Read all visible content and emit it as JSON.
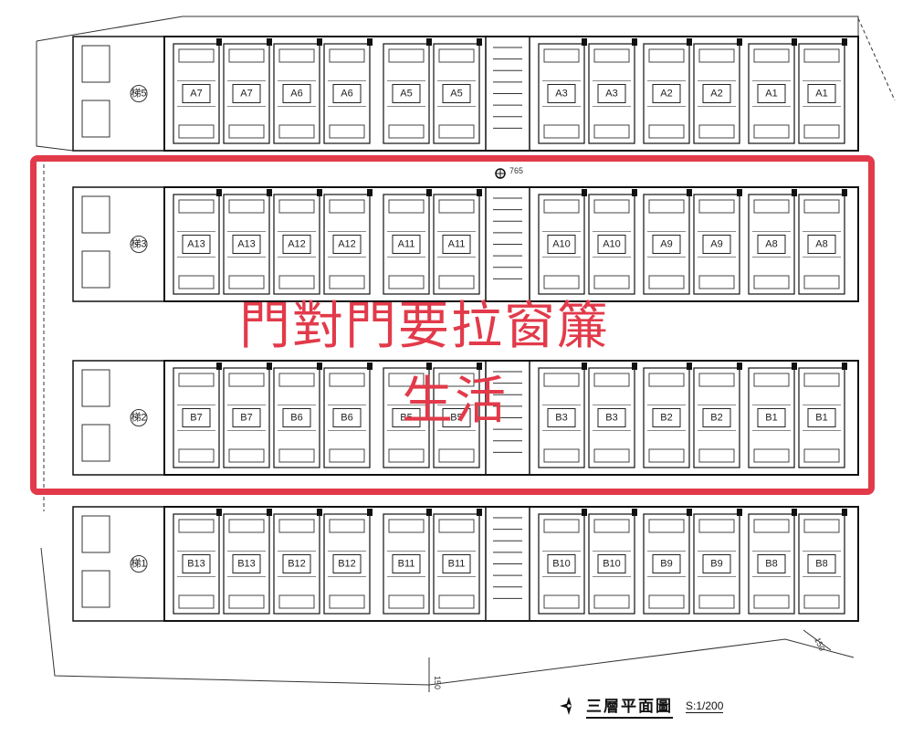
{
  "plan": {
    "title": "三層平面圖",
    "scale": "S:1/200",
    "level_mark": "765",
    "dims": {
      "bottom": "150",
      "right": "150"
    },
    "rows": [
      {
        "name": "row-a-top",
        "units": [
          "A7",
          "A7",
          "A6",
          "A6",
          "A5",
          "A5",
          "A3",
          "A3",
          "A2",
          "A2",
          "A1",
          "A1"
        ],
        "stair": "梯5"
      },
      {
        "name": "row-a-bottom",
        "units": [
          "A13",
          "A13",
          "A12",
          "A12",
          "A11",
          "A11",
          "A10",
          "A10",
          "A9",
          "A9",
          "A8",
          "A8"
        ],
        "stair": "梯3"
      },
      {
        "name": "row-b-top",
        "units": [
          "B7",
          "B7",
          "B6",
          "B6",
          "B5",
          "B5",
          "B3",
          "B3",
          "B2",
          "B2",
          "B1",
          "B1"
        ],
        "stair": "梯2"
      },
      {
        "name": "row-b-bottom",
        "units": [
          "B13",
          "B13",
          "B12",
          "B12",
          "B11",
          "B11",
          "B10",
          "B10",
          "B9",
          "B9",
          "B8",
          "B8"
        ],
        "stair": "梯1"
      }
    ]
  },
  "annotation": {
    "line1": "門對門要拉窗簾",
    "line2": "生活",
    "color": "#e23a4a"
  }
}
